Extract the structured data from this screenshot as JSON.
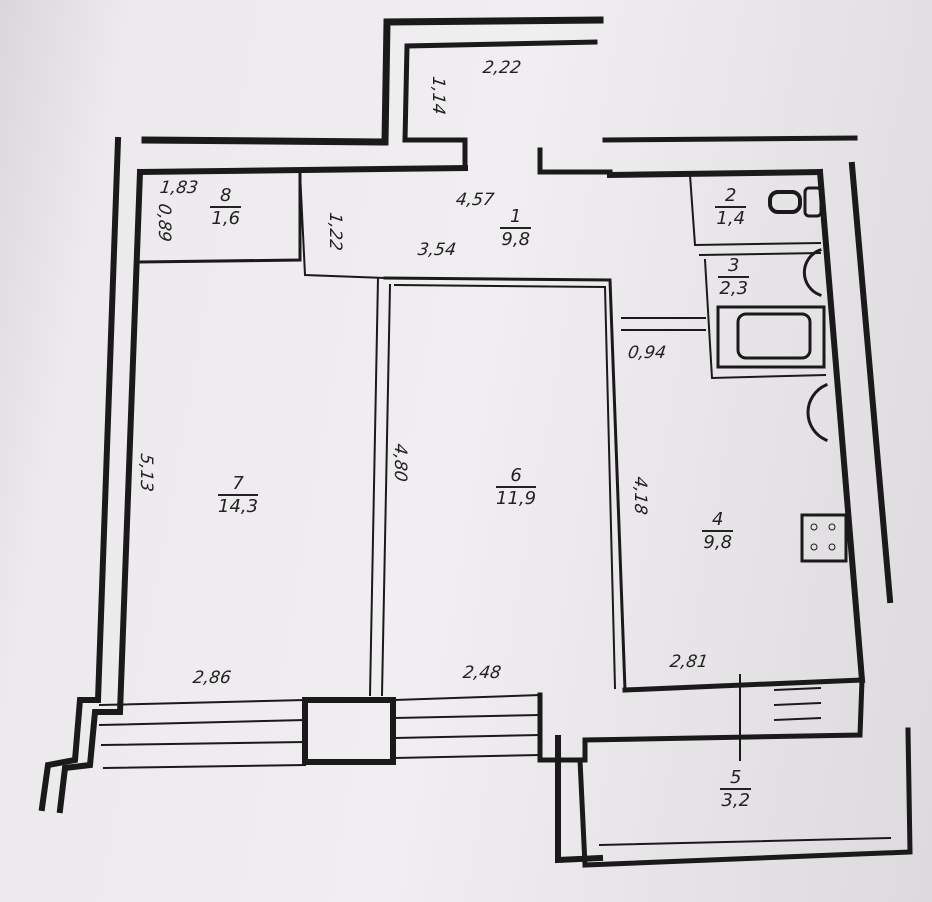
{
  "rooms": [
    {
      "number": "1",
      "area": "9,8"
    },
    {
      "number": "2",
      "area": "1,4"
    },
    {
      "number": "3",
      "area": "2,3"
    },
    {
      "number": "4",
      "area": "9,8"
    },
    {
      "number": "5",
      "area": "3,2"
    },
    {
      "number": "6",
      "area": "11,9"
    },
    {
      "number": "7",
      "area": "14,3"
    },
    {
      "number": "8",
      "area": "1,6"
    }
  ],
  "dimensions": {
    "vestibule_width": "2,22",
    "vestibule_depth": "1,14",
    "hall_length": "4,57",
    "hall_inner": "3,54",
    "hall_depth": "1,22",
    "closet_width": "1,83",
    "closet_depth": "0,89",
    "bath_corridor": "0,94",
    "room7_depth": "5,13",
    "room6_depth": "4,80",
    "kitchen_depth": "4,18",
    "room7_width": "2,86",
    "room6_width": "2,48",
    "kitchen_width": "2,81"
  }
}
